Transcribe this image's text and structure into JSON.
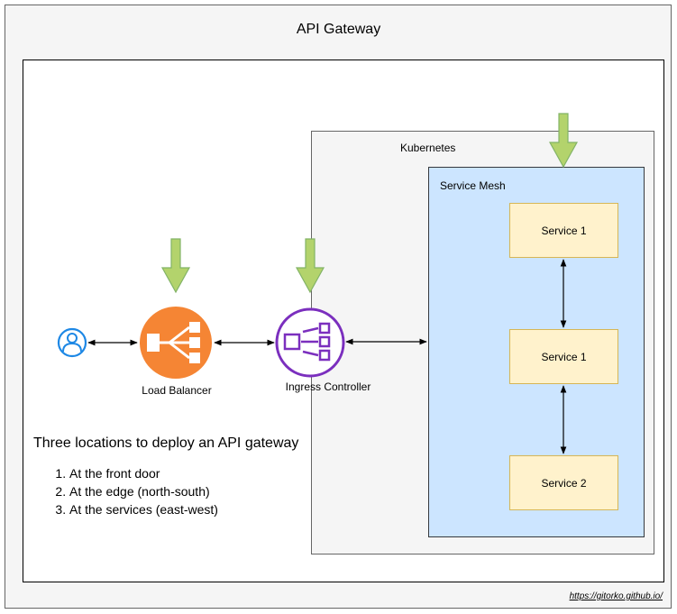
{
  "diagram": {
    "title": "API Gateway",
    "kubernetes_label": "Kubernetes",
    "service_mesh_label": "Service Mesh",
    "nodes": {
      "user": {
        "icon": "user-icon"
      },
      "load_balancer": {
        "label": "Load Balancer",
        "icon": "load-balancer-icon"
      },
      "ingress_controller": {
        "label": "Ingress Controller",
        "icon": "ingress-controller-icon"
      }
    },
    "services": [
      {
        "label": "Service 1"
      },
      {
        "label": "Service 1"
      },
      {
        "label": "Service 2"
      }
    ],
    "notes": {
      "heading": "Three locations to deploy an API gateway",
      "items": [
        "At the front door",
        "At the edge (north-south)",
        "At the services (east-west)"
      ]
    },
    "footer": "https://gitorko.github.io/",
    "colors": {
      "load_balancer": "#f58534",
      "ingress": "#7b2fbe",
      "user": "#1e88e5",
      "marker_arrow": "#b3d36c",
      "service_fill": "#fff2cc",
      "mesh_fill": "#cce5ff"
    }
  }
}
